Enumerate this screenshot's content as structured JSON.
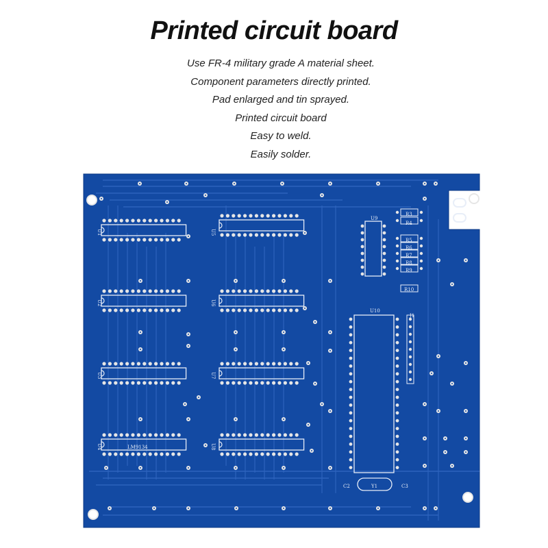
{
  "title": "Printed circuit board",
  "features": [
    "Use FR-4 military grade A material sheet.",
    "Component parameters directly printed.",
    "Pad enlarged and tin sprayed.",
    "Printed circuit board",
    "Easy to weld.",
    "Easily solder."
  ],
  "colors": {
    "board": "#134aa3",
    "trace": "#2d63bd",
    "silkscreen": "#e8eef8",
    "pad": "#e6e6e6"
  },
  "board_labels": {
    "u1": "U1",
    "u2": "U2",
    "u3": "U3",
    "u4": "U4",
    "u5": "U5",
    "u6": "U6",
    "u7": "U7",
    "u8": "U8",
    "u9": "U9",
    "u10": "U10",
    "r3": "R3",
    "r4": "R4",
    "r5": "R5",
    "r6": "R6",
    "r7": "R7",
    "r8": "R8",
    "r9": "R9",
    "r10": "R10",
    "c2": "C2",
    "c3": "C3",
    "y1": "Y1",
    "j1": "J1",
    "part": "LM9134"
  }
}
